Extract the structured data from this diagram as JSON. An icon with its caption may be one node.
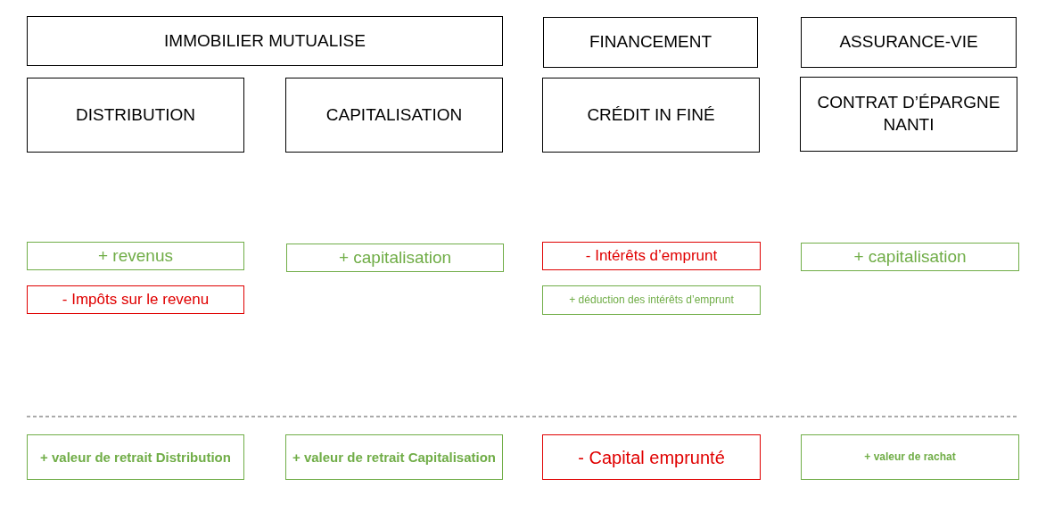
{
  "diagram": {
    "nodes": [
      {
        "text": [
          "IMMOBILIER MUTUALISE"
        ]
      },
      {
        "text": [
          "FINANCEMENT"
        ]
      },
      {
        "text": [
          "ASSURANCE-VIE"
        ]
      },
      {
        "text": [
          "DISTRIBUTION"
        ]
      },
      {
        "text": [
          "CAPITALISATION"
        ]
      },
      {
        "text": [
          "CRÉDIT IN FINÉ"
        ]
      },
      {
        "text": [
          "CONTRAT D’ÉPARGNE NANTI"
        ]
      },
      {
        "text": [
          "+ revenus"
        ]
      },
      {
        "text": [
          "+ capitalisation"
        ]
      },
      {
        "text": [
          "- Intérêts d’emprunt"
        ]
      },
      {
        "text": [
          "+ capitalisation"
        ]
      },
      {
        "text": [
          "- Impôts sur le revenu"
        ]
      },
      {
        "text": [
          "+ déduction des intérêts d’emprunt"
        ]
      },
      {
        "text": [
          "+ valeur de retrait Distribution"
        ]
      },
      {
        "text": [
          "+ valeur de retrait Capitalisation"
        ]
      },
      {
        "text": [
          "- Capital emprunté"
        ]
      },
      {
        "text": [
          "+ valeur de rachat"
        ]
      }
    ]
  }
}
